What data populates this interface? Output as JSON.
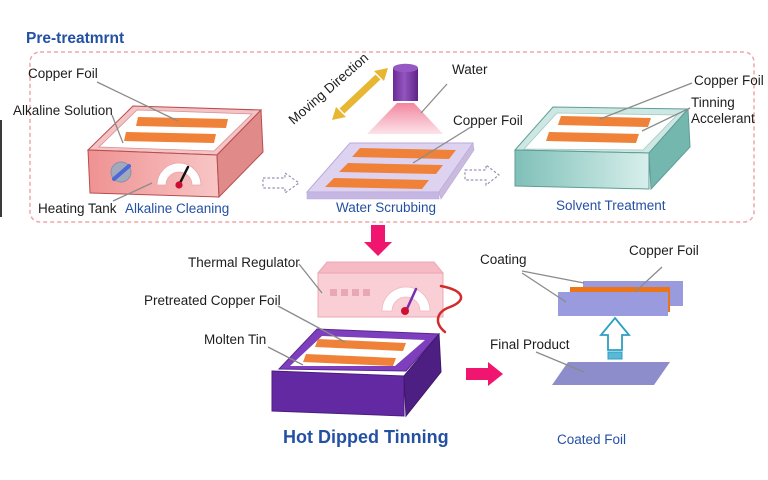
{
  "title": "Pre-treatmrnt",
  "colors": {
    "accent_blue": "#2450a4",
    "copper_orange": "#ef8138",
    "magenta_arrow": "#f0156e",
    "dashed_border_pink": "#f0a6a6",
    "alkaline_tank_pink": "#f3c3c6",
    "water_plate_lavender": "#ded2f1",
    "solvent_tank_teal": "#cde8e3",
    "hot_dip_purple": "#6229a2",
    "coated_foil_periwinkle": "#9a9ade",
    "moving_arrow_yellow": "#e7b733",
    "wire_red": "#d32a2a",
    "cyan_arrow": "#2d9fc4"
  },
  "pretreatment": {
    "alkaline_cleaning": {
      "caption": "Alkaline Cleaning",
      "copper_foil_label": "Copper Foil",
      "alkaline_solution_label": "Alkaline Solution",
      "heating_tank_label": "Heating Tank"
    },
    "water_scrubbing": {
      "caption": "Water Scrubbing",
      "moving_direction_label": "Moving Direction",
      "water_label": "Water",
      "copper_foil_label": "Copper Foil"
    },
    "solvent_treatment": {
      "caption": "Solvent Treatment",
      "copper_foil_label": "Copper Foil",
      "tinning_accelerant_label": "Tinning Accelerant"
    }
  },
  "hot_dipped_tinning": {
    "caption": "Hot Dipped Tinning",
    "thermal_regulator_label": "Thermal Regulator",
    "pretreated_copper_foil_label": "Pretreated Copper Foil",
    "molten_tin_label": "Molten Tin"
  },
  "coated_foil": {
    "caption": "Coated Foil",
    "coating_label": "Coating",
    "copper_foil_label": "Copper Foil",
    "final_product_label": "Final Product"
  }
}
